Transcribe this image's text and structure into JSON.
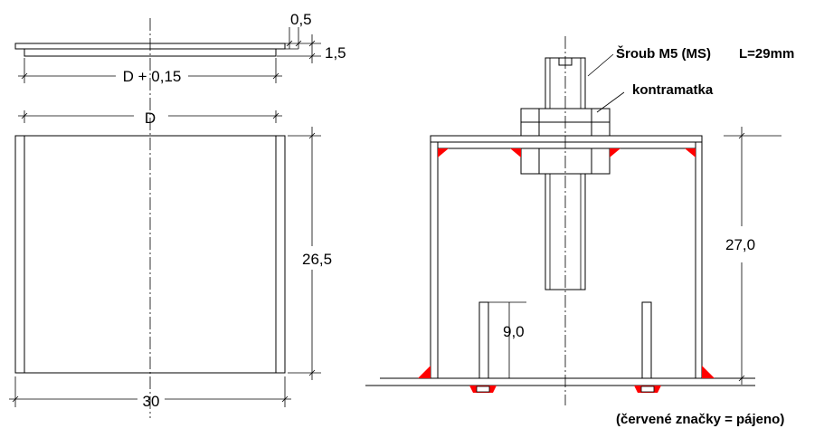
{
  "lid": {
    "thickness_step": "0,5",
    "height": "1,5",
    "width": "D + 0,15"
  },
  "body": {
    "width_top": "D",
    "height": "26,5",
    "width_bottom": "30"
  },
  "assembly": {
    "screw_label": "Šroub M5 (MS)",
    "screw_length": "L=29mm",
    "nut_label": "kontramatka",
    "height": "27,0",
    "pin_height": "9,0",
    "note": "(červené značky = pájeno)"
  },
  "colors": {
    "line": "#000000",
    "solder": "#ff0000"
  }
}
